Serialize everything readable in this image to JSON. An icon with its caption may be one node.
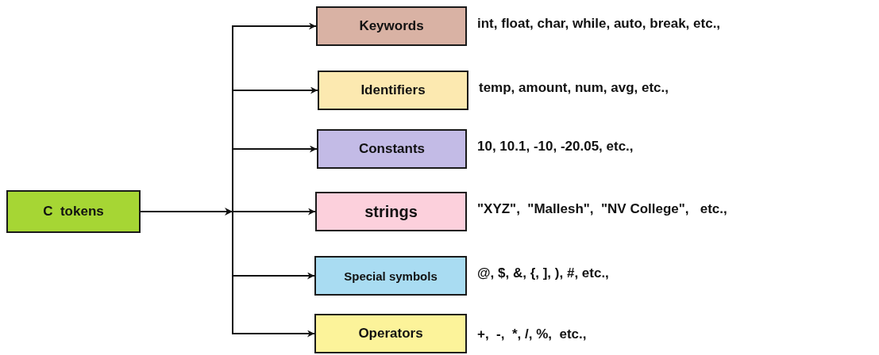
{
  "diagram": {
    "nodes": [
      {
        "text": [
          "C  tokens"
        ]
      },
      {
        "text": [
          "Keywords"
        ],
        "beside": [
          "int, float, char, while, auto, break, etc.,"
        ]
      },
      {
        "text": [
          "Identifiers"
        ],
        "beside": [
          "temp, amount, num, avg, etc.,"
        ]
      },
      {
        "text": [
          "Constants"
        ],
        "beside": [
          "10, 10.1, -10, -20.05, etc.,"
        ]
      },
      {
        "text": [
          "strings"
        ],
        "beside": [
          "\"XYZ\",  \"Mallesh\",  \"NV College\",   etc.,"
        ]
      },
      {
        "text": [
          "Special symbols"
        ],
        "beside": [
          "@, $, &, {, ], ), #, etc.,"
        ]
      },
      {
        "text": [
          "Operators"
        ],
        "beside": [
          "+,  -,  *, /, %,  etc.,"
        ]
      }
    ],
    "edges": [
      {
        "from": 0,
        "to": 1,
        "arrow": "to"
      },
      {
        "from": 0,
        "to": 2,
        "arrow": "to"
      },
      {
        "from": 0,
        "to": 3,
        "arrow": "to"
      },
      {
        "from": 0,
        "to": 4,
        "arrow": "to"
      },
      {
        "from": 0,
        "to": 5,
        "arrow": "to"
      },
      {
        "from": 0,
        "to": 6,
        "arrow": "to"
      }
    ]
  }
}
